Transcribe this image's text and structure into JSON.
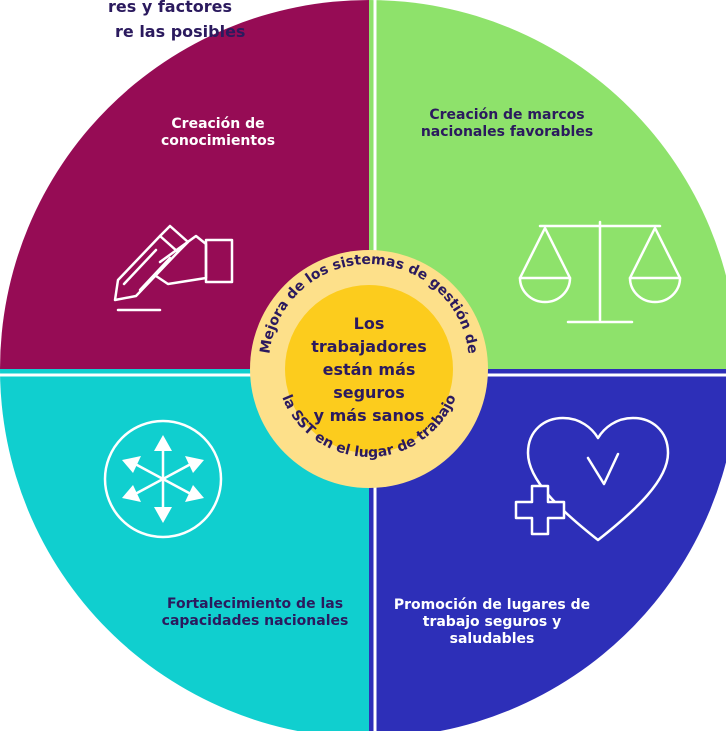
{
  "corner_text": {
    "line1": "res y factores",
    "line2": "re las posibles"
  },
  "quadrants": {
    "top_left": {
      "label": "Creación de conocimientos",
      "color": "#960c55",
      "icon": "pen-hand-icon"
    },
    "top_right": {
      "label": "Creación de marcos nacionales favorables",
      "color": "#8ee26b",
      "icon": "balance-scale-icon"
    },
    "bottom_left": {
      "label": "Fortalecimiento de las capacidades nacionales",
      "color": "#10cfcf",
      "icon": "arrows-outward-icon"
    },
    "bottom_right": {
      "label": "Promoción de lugares de trabajo seguros y saludables",
      "color": "#2d2fb8",
      "icon": "heart-check-plus-icon"
    }
  },
  "ring_text": {
    "top": "Mejora de los sistemas de gestión de",
    "bottom": "la SST en el lugar de trabajo"
  },
  "center": {
    "lines": [
      "Los",
      "trabajadores",
      "están más",
      "seguros",
      "y más sanos"
    ]
  },
  "colors": {
    "ring": "#fde08a",
    "center": "#fccc1d",
    "text_dark": "#2b1a5e"
  }
}
